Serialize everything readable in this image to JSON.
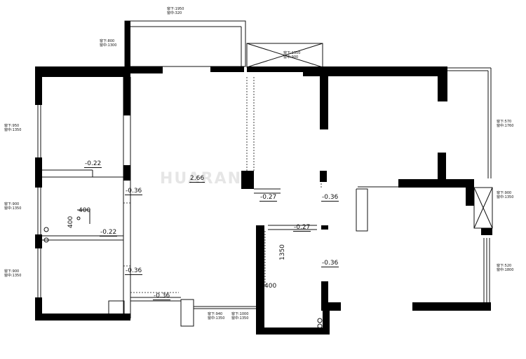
{
  "watermark": "HUARAN",
  "windows": {
    "w1": {
      "l1": "窗下:1950",
      "l2": "窗中:320"
    },
    "w2": {
      "l1": "窗下:800",
      "l2": "窗中:1300"
    },
    "w3": {
      "l1": "窗下:1350",
      "l2": "窗中:900"
    },
    "w4": {
      "l1": "窗下:570",
      "l2": "窗中:1760"
    },
    "w5": {
      "l1": "窗下:950",
      "l2": "窗中:1350"
    },
    "w6": {
      "l1": "窗下:900",
      "l2": "窗中:1350"
    },
    "w7": {
      "l1": "窗下:900",
      "l2": "窗中:1350"
    },
    "w8": {
      "l1": "窗下:900",
      "l2": "窗中:1350"
    },
    "w9": {
      "l1": "窗下:520",
      "l2": "窗中:1800"
    },
    "w10": {
      "l1": "窗下:940",
      "l2": "窗中:1350"
    },
    "w11": {
      "l1": "窗下:1000",
      "l2": "窗中:1350"
    }
  },
  "levels": {
    "lv1": "-0.22",
    "lv2": "2.66",
    "lv3": "-0.36",
    "lv4": "-0.22",
    "lv5": "-0.36",
    "lv6": "-0.36",
    "lv7": "-0.27",
    "lv8": "-0.36",
    "lv9": "-0.27",
    "lv10": "-0.36"
  },
  "dims": {
    "d1": "400",
    "d2": "400",
    "d3": "1350",
    "d4": "400"
  }
}
